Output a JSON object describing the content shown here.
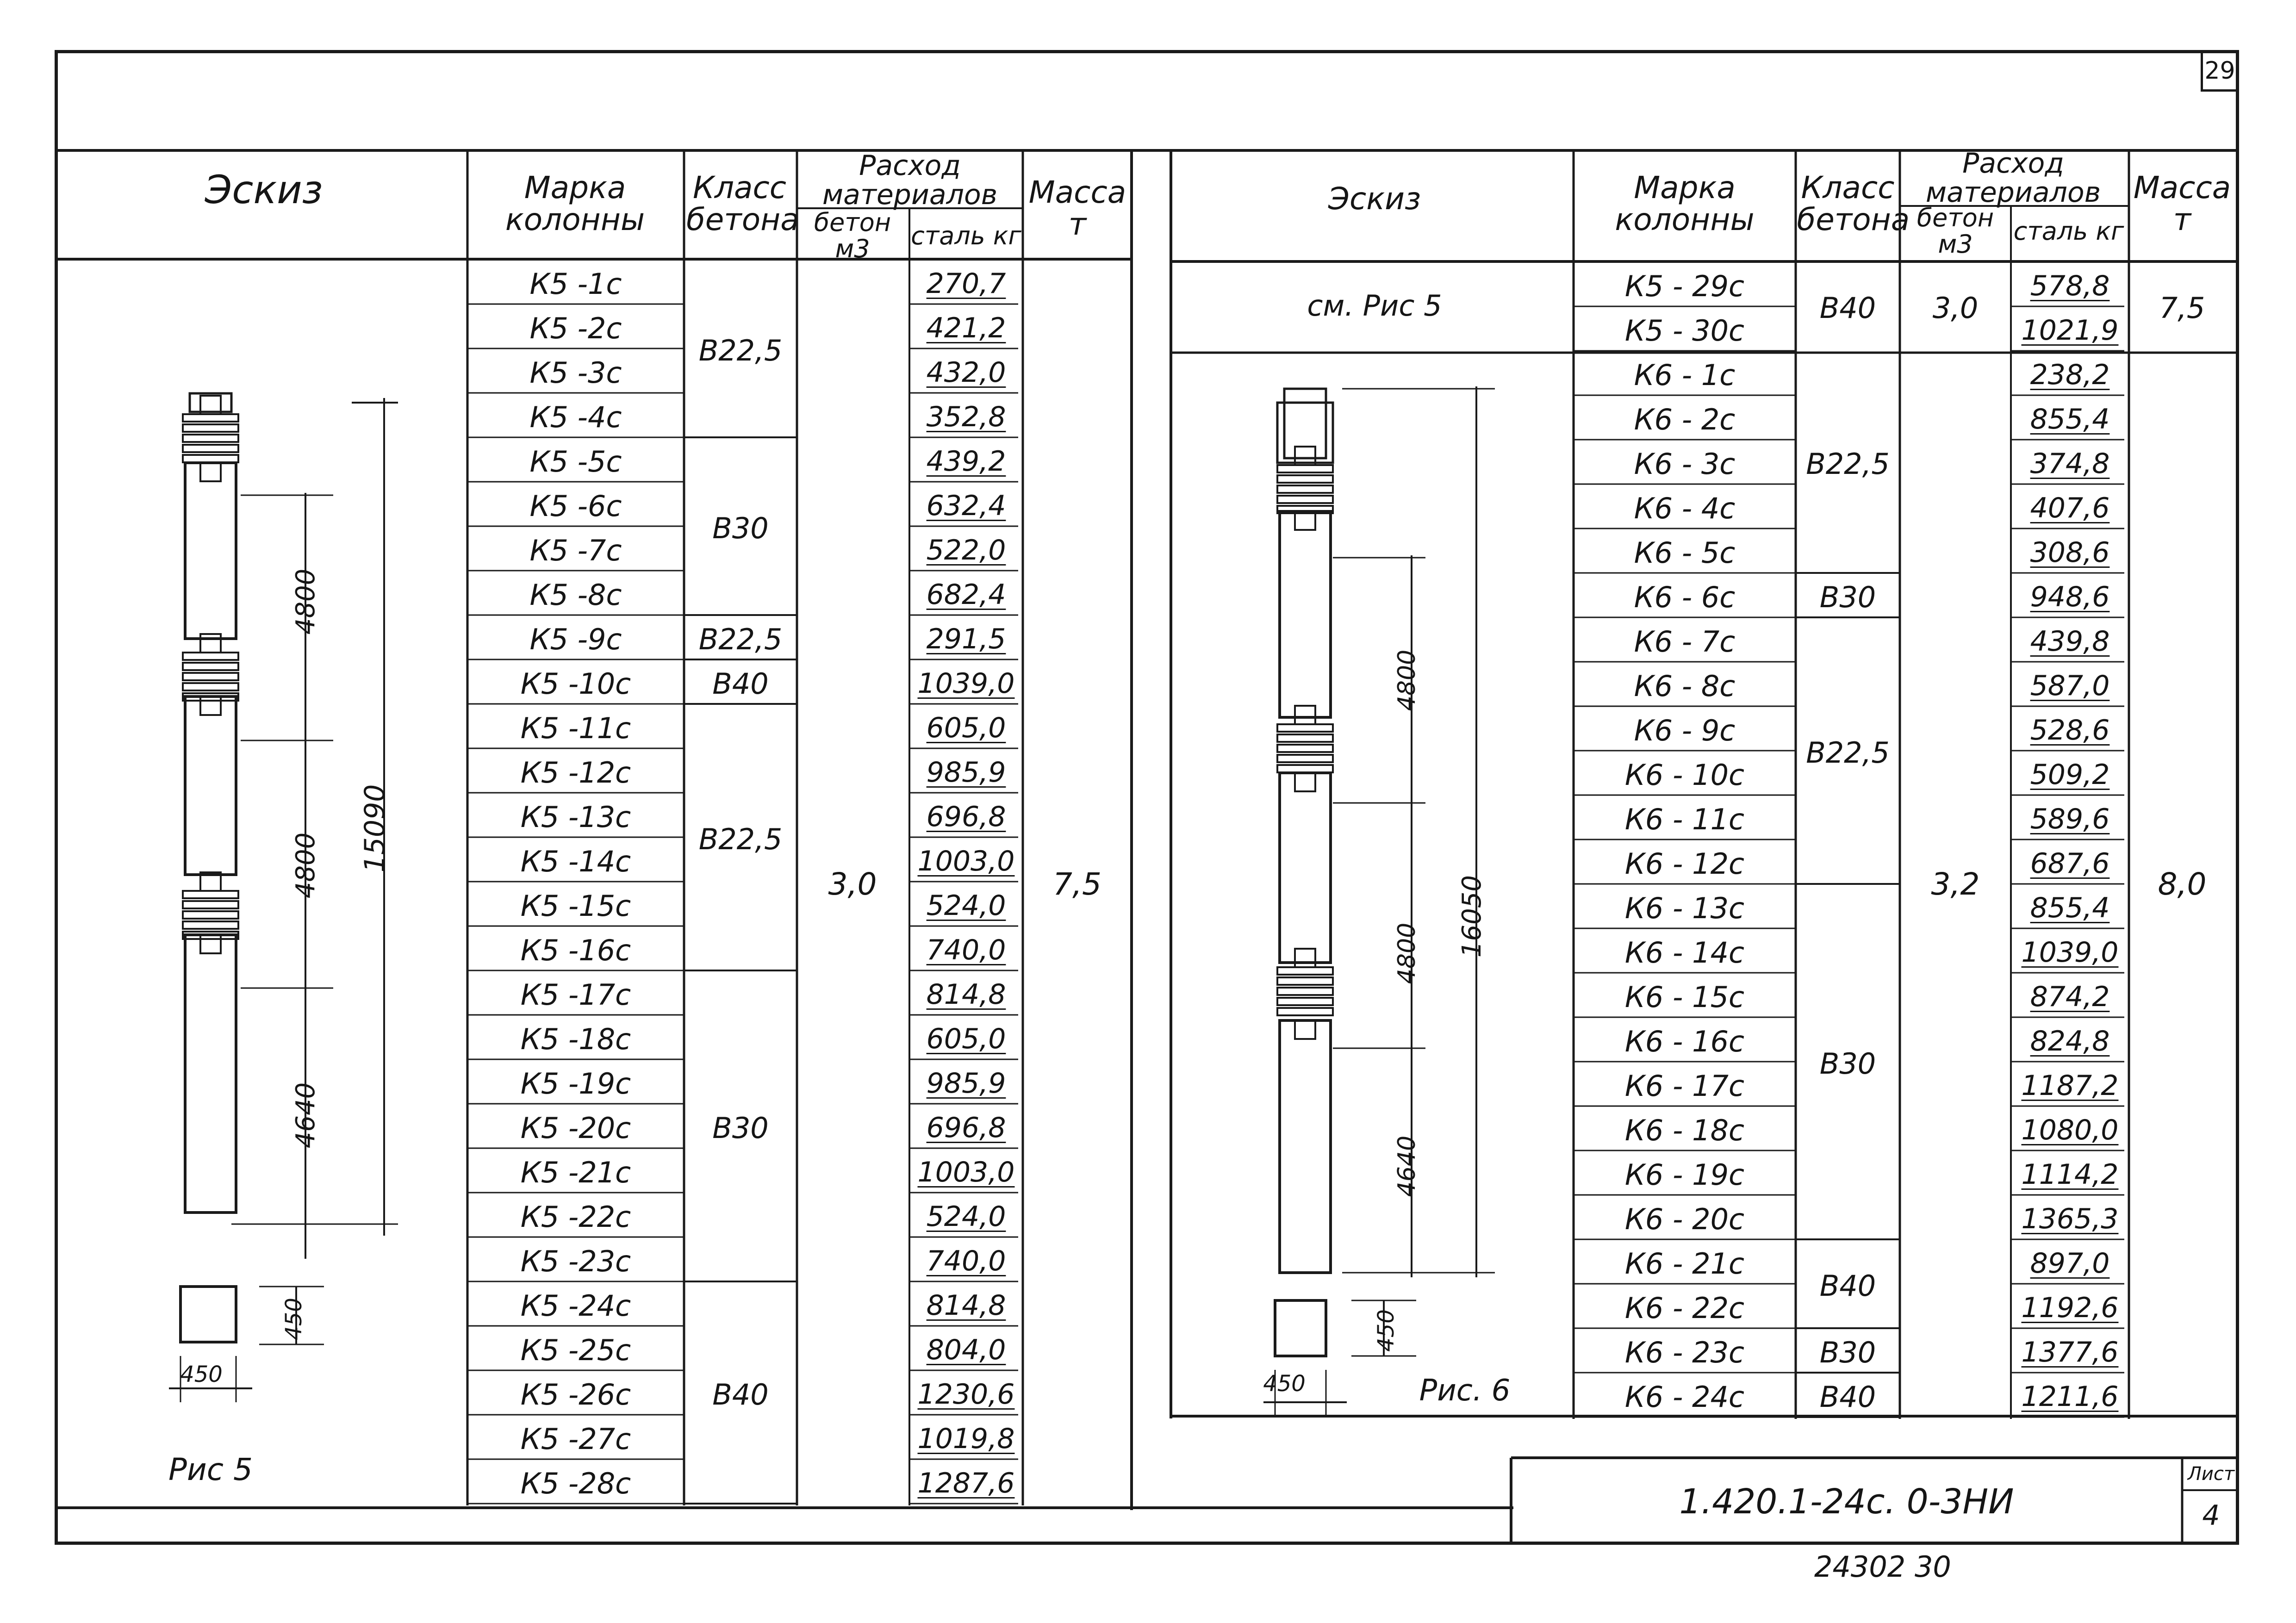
{
  "sheet_number": "29",
  "left_table": {
    "headers": {
      "sketch": "Эскиз",
      "mark": "Марка колонны",
      "concrete_class": "Класс бетона",
      "consumption": "Расход материалов",
      "concrete": "бетон м3",
      "steel": "сталь кг",
      "mass": "Масса т"
    },
    "rows": [
      {
        "mark": "К5 -1с",
        "steel": "270,7"
      },
      {
        "mark": "К5 -2с",
        "steel": "421,2"
      },
      {
        "mark": "К5 -3с",
        "steel": "432,0"
      },
      {
        "mark": "К5 -4с",
        "steel": "352,8"
      },
      {
        "mark": "К5 -5с",
        "steel": "439,2"
      },
      {
        "mark": "К5 -6с",
        "steel": "632,4"
      },
      {
        "mark": "К5 -7с",
        "steel": "522,0"
      },
      {
        "mark": "К5 -8с",
        "steel": "682,4"
      },
      {
        "mark": "К5 -9с",
        "steel": "291,5"
      },
      {
        "mark": "К5 -10с",
        "steel": "1039,0"
      },
      {
        "mark": "К5 -11с",
        "steel": "605,0"
      },
      {
        "mark": "К5 -12с",
        "steel": "985,9"
      },
      {
        "mark": "К5 -13с",
        "steel": "696,8"
      },
      {
        "mark": "К5 -14с",
        "steel": "1003,0"
      },
      {
        "mark": "К5 -15с",
        "steel": "524,0"
      },
      {
        "mark": "К5 -16с",
        "steel": "740,0"
      },
      {
        "mark": "К5 -17с",
        "steel": "814,8"
      },
      {
        "mark": "К5 -18с",
        "steel": "605,0"
      },
      {
        "mark": "К5 -19с",
        "steel": "985,9"
      },
      {
        "mark": "К5 -20с",
        "steel": "696,8"
      },
      {
        "mark": "К5 -21с",
        "steel": "1003,0"
      },
      {
        "mark": "К5 -22с",
        "steel": "524,0"
      },
      {
        "mark": "К5 -23с",
        "steel": "740,0"
      },
      {
        "mark": "К5 -24с",
        "steel": "814,8"
      },
      {
        "mark": "К5 -25с",
        "steel": "804,0"
      },
      {
        "mark": "К5 -26с",
        "steel": "1230,6"
      },
      {
        "mark": "К5 -27с",
        "steel": "1019,8"
      },
      {
        "mark": "К5 -28с",
        "steel": "1287,6"
      }
    ],
    "class_groups": [
      {
        "label": "В22,5",
        "from": 0,
        "to": 3
      },
      {
        "label": "В30",
        "from": 4,
        "to": 7
      },
      {
        "label": "В22,5",
        "from": 8,
        "to": 8
      },
      {
        "label": "В40",
        "from": 9,
        "to": 9
      },
      {
        "label": "В22,5",
        "from": 10,
        "to": 15
      },
      {
        "label": "В30",
        "from": 16,
        "to": 22
      },
      {
        "label": "В40",
        "from": 23,
        "to": 27
      }
    ],
    "concrete_value": "3,0",
    "mass_value": "7,5",
    "sketch": {
      "dim_total": "15090",
      "dim_1": "4800",
      "dim_2": "4800",
      "dim_3": "4640",
      "section_h": "450",
      "section_w": "450",
      "caption": "Рис 5"
    }
  },
  "right_table": {
    "headers": {
      "sketch": "Эскиз",
      "mark": "Марка колонны",
      "concrete_class": "Класс бетона",
      "consumption": "Расход материалов",
      "concrete": "бетон м3",
      "steel": "сталь кг",
      "mass": "Масса т"
    },
    "top_note": "см. Рис 5",
    "top_rows": [
      {
        "mark": "К5 - 29с",
        "steel": "578,8"
      },
      {
        "mark": "К5 - 30с",
        "steel": "1021,9"
      }
    ],
    "top_class": "В40",
    "top_concrete": "3,0",
    "top_mass": "7,5",
    "rows": [
      {
        "mark": "К6 - 1с",
        "steel": "238,2"
      },
      {
        "mark": "К6 - 2с",
        "steel": "855,4"
      },
      {
        "mark": "К6 - 3с",
        "steel": "374,8"
      },
      {
        "mark": "К6 - 4с",
        "steel": "407,6"
      },
      {
        "mark": "К6 - 5с",
        "steel": "308,6"
      },
      {
        "mark": "К6 - 6с",
        "steel": "948,6"
      },
      {
        "mark": "К6 - 7с",
        "steel": "439,8"
      },
      {
        "mark": "К6 - 8с",
        "steel": "587,0"
      },
      {
        "mark": "К6 - 9с",
        "steel": "528,6"
      },
      {
        "mark": "К6 - 10с",
        "steel": "509,2"
      },
      {
        "mark": "К6 - 11с",
        "steel": "589,6"
      },
      {
        "mark": "К6 - 12с",
        "steel": "687,6"
      },
      {
        "mark": "К6 - 13с",
        "steel": "855,4"
      },
      {
        "mark": "К6 - 14с",
        "steel": "1039,0"
      },
      {
        "mark": "К6 - 15с",
        "steel": "874,2"
      },
      {
        "mark": "К6 - 16с",
        "steel": "824,8"
      },
      {
        "mark": "К6 - 17с",
        "steel": "1187,2"
      },
      {
        "mark": "К6 - 18с",
        "steel": "1080,0"
      },
      {
        "mark": "К6 - 19с",
        "steel": "1114,2"
      },
      {
        "mark": "К6 - 20с",
        "steel": "1365,3"
      },
      {
        "mark": "К6 - 21с",
        "steel": "897,0"
      },
      {
        "mark": "К6 - 22с",
        "steel": "1192,6"
      },
      {
        "mark": "К6 - 23с",
        "steel": "1377,6"
      },
      {
        "mark": "К6 - 24с",
        "steel": "1211,6"
      }
    ],
    "class_groups": [
      {
        "label": "В22,5",
        "from": 0,
        "to": 4
      },
      {
        "label": "В30",
        "from": 5,
        "to": 5
      },
      {
        "label": "В22,5",
        "from": 6,
        "to": 11
      },
      {
        "label": "В30",
        "from": 12,
        "to": 19
      },
      {
        "label": "В40",
        "from": 20,
        "to": 21
      },
      {
        "label": "В30",
        "from": 22,
        "to": 22
      },
      {
        "label": "В40",
        "from": 23,
        "to": 23
      }
    ],
    "concrete_value": "3,2",
    "mass_value": "8,0",
    "sketch": {
      "dim_total": "16050",
      "dim_1": "4800",
      "dim_2": "4800",
      "dim_3": "4640",
      "section_h": "450",
      "section_w": "450",
      "caption": "Рис. 6"
    }
  },
  "title_block": {
    "code": "1.420.1-24с. 0-3НИ",
    "sheet_label": "Лист",
    "sheet_value": "4"
  },
  "footer_code": "24302 30"
}
